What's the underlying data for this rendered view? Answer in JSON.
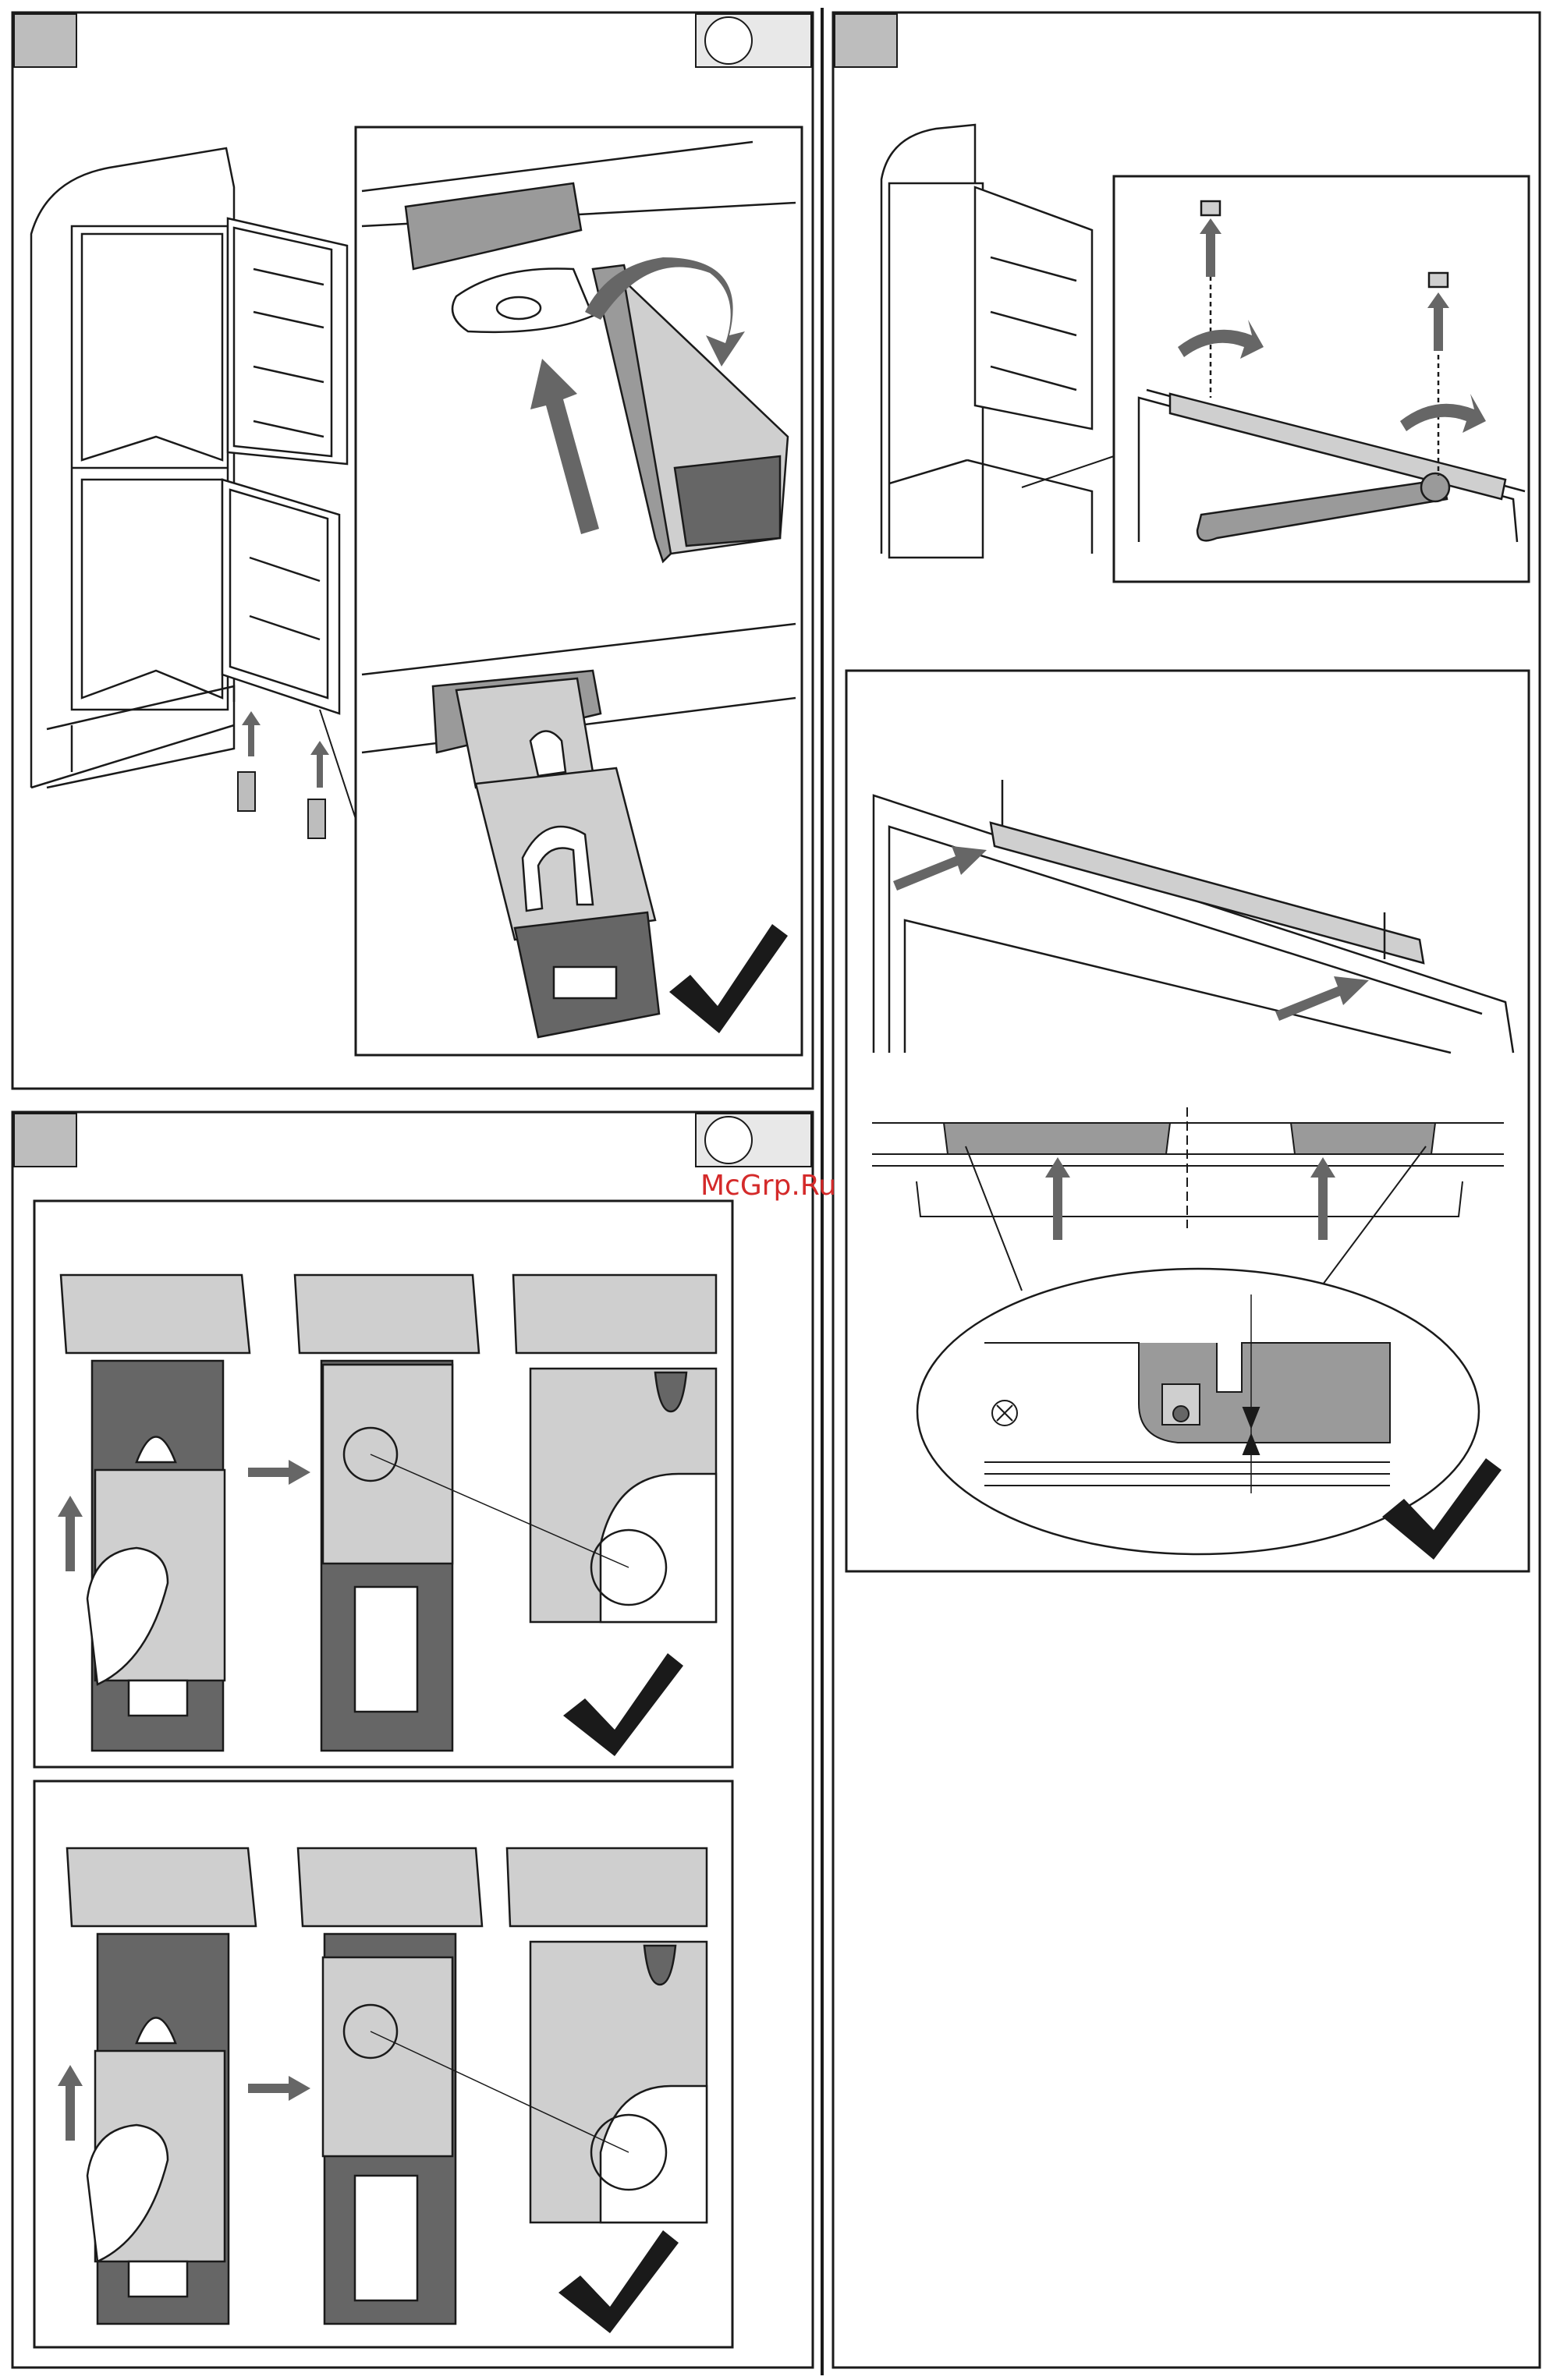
{
  "watermark": {
    "text": "McGrp.Ru",
    "color": "#d42a2a"
  },
  "colors": {
    "line": "#1a1a1a",
    "dark_gray": "#666666",
    "mid_gray": "#9a9a9a",
    "light_gray": "#cfcfcf",
    "step_box": "#bdbdbd",
    "check": "#1a1a1a"
  },
  "panels": [
    {
      "id": "panel-top-left",
      "step_box": "step-number-box",
      "has_round_badge": true
    },
    {
      "id": "panel-right",
      "step_box": "step-number-box",
      "has_round_badge": false
    },
    {
      "id": "panel-bottom-left",
      "step_box": "step-number-box",
      "has_round_badge": true
    }
  ]
}
